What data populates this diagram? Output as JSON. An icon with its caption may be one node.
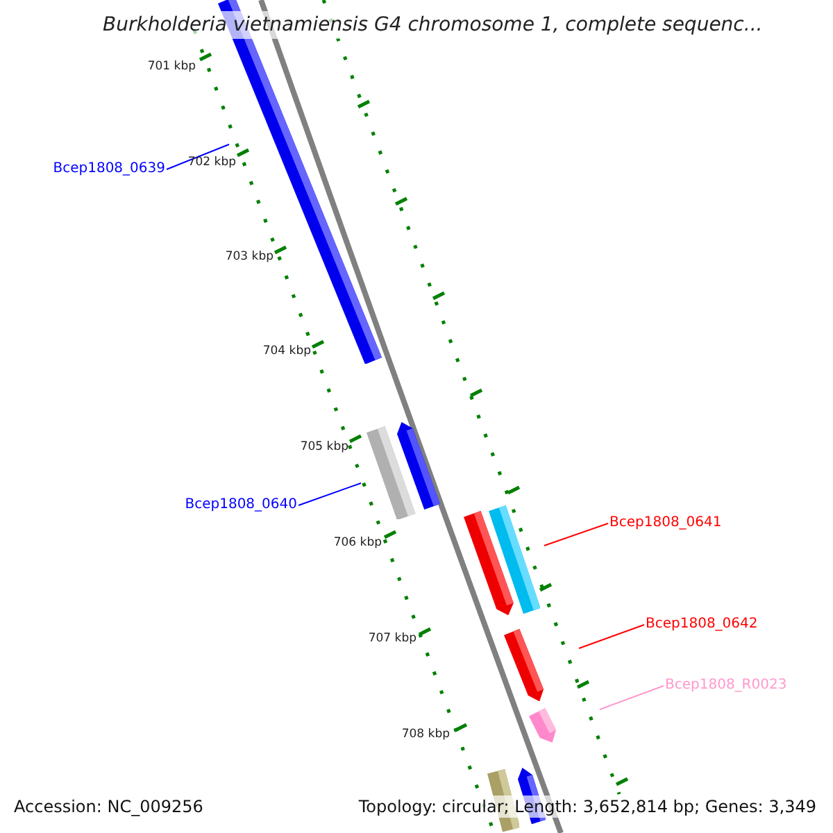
{
  "diagram": {
    "title": "Burkholderia vietnamiensis G4 chromosome 1, complete sequenc...",
    "nodes": [
      {
        "text": [],
        "shape": "bar"
      },
      {
        "text": [
          "Bcep1808_0639"
        ]
      },
      {
        "text": [],
        "shape": "bar"
      },
      {
        "text": [],
        "shape": "bar"
      },
      {
        "text": [
          "Bcep1808_0640"
        ]
      },
      {
        "text": [],
        "shape": "bar"
      },
      {
        "text": [],
        "shape": "bar"
      },
      {
        "text": [
          "Bcep1808_0641"
        ]
      },
      {
        "text": [],
        "shape": "bar"
      },
      {
        "text": [
          "Bcep1808_0642"
        ]
      },
      {
        "text": [],
        "shape": "bar"
      },
      {
        "text": [
          "Bcep1808_R0023"
        ]
      },
      {
        "text": [],
        "shape": "bar"
      },
      {
        "text": [],
        "shape": "bar"
      }
    ],
    "edges": [
      {
        "from": 1,
        "to": 0,
        "arrow": "none",
        "color": "#0000ff"
      },
      {
        "from": 4,
        "to": 2,
        "arrow": "none",
        "color": "#0000ff"
      },
      {
        "from": 7,
        "to": 6,
        "arrow": "none",
        "color": "#ff0000"
      },
      {
        "from": 9,
        "to": 8,
        "arrow": "none",
        "color": "#ff0000"
      },
      {
        "from": 11,
        "to": 10,
        "arrow": "none",
        "color": "#ff99cc"
      }
    ],
    "labels": [
      "701 kbp",
      "702 kbp",
      "703 kbp",
      "704 kbp",
      "705 kbp",
      "706 kbp",
      "707 kbp",
      "708 kbp",
      "Accession: NC_009256",
      "Topology: circular; Length: 3,652,814 bp; Genes: 3,349"
    ]
  }
}
